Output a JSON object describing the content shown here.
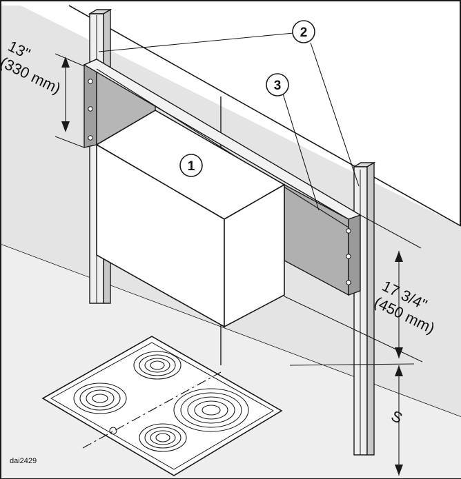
{
  "callouts": {
    "one": "1",
    "two": "2",
    "three": "3"
  },
  "dimensions": {
    "top_in": "13\"",
    "top_mm": "(330 mm)",
    "right_in": "17 3/4\"",
    "right_mm": "(450 mm)",
    "safety_gap": "S"
  },
  "figure_code": "dai2429",
  "colors": {
    "line": "#1a1a1a",
    "wall": "#e4e4e4",
    "counter": "#ececec",
    "panel": "#a9a9a9",
    "box": "#ffffff"
  }
}
